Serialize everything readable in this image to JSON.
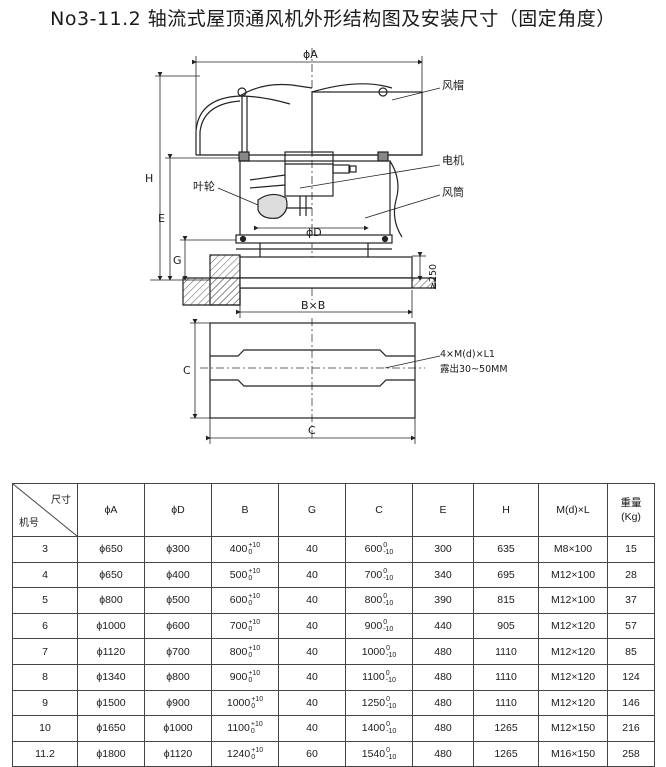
{
  "title": "No3-11.2 轴流式屋顶通风机外形结构图及安装尺寸（固定角度）",
  "drawing": {
    "dim_phiA": "ϕA",
    "dim_H": "H",
    "dim_E": "E",
    "dim_G": "G",
    "dim_phiD": "ϕD",
    "dim_250": "≥250",
    "dim_BxB": "B×B",
    "dim_C_side": "C",
    "dim_C_bottom": "C",
    "label_hood": "风帽",
    "label_motor": "电机",
    "label_duct": "风筒",
    "label_impeller": "叶轮",
    "bolt_spec": "4×M(d)×L1",
    "bolt_exposed": "露出30~50MM"
  },
  "table": {
    "corner_top": "尺寸",
    "corner_bottom": "机号",
    "headers": [
      "ϕA",
      "ϕD",
      "B",
      "G",
      "C",
      "E",
      "H",
      "M(d)×L"
    ],
    "weight_header_1": "重量",
    "weight_header_2": "(Kg)",
    "rows": [
      {
        "no": "3",
        "A": "ϕ650",
        "D": "ϕ300",
        "B": "400",
        "B_up": "+10",
        "B_lo": "0",
        "G": "40",
        "C": "600",
        "C_up": "0",
        "C_lo": "-10",
        "E": "300",
        "H": "635",
        "M": "M8×100",
        "W": "15"
      },
      {
        "no": "4",
        "A": "ϕ650",
        "D": "ϕ400",
        "B": "500",
        "B_up": "+10",
        "B_lo": "0",
        "G": "40",
        "C": "700",
        "C_up": "0",
        "C_lo": "-10",
        "E": "340",
        "H": "695",
        "M": "M12×100",
        "W": "28"
      },
      {
        "no": "5",
        "A": "ϕ800",
        "D": "ϕ500",
        "B": "600",
        "B_up": "+10",
        "B_lo": "0",
        "G": "40",
        "C": "800",
        "C_up": "0",
        "C_lo": "-10",
        "E": "390",
        "H": "815",
        "M": "M12×100",
        "W": "37"
      },
      {
        "no": "6",
        "A": "ϕ1000",
        "D": "ϕ600",
        "B": "700",
        "B_up": "+10",
        "B_lo": "0",
        "G": "40",
        "C": "900",
        "C_up": "0",
        "C_lo": "-10",
        "E": "440",
        "H": "905",
        "M": "M12×120",
        "W": "57"
      },
      {
        "no": "7",
        "A": "ϕ1120",
        "D": "ϕ700",
        "B": "800",
        "B_up": "+10",
        "B_lo": "0",
        "G": "40",
        "C": "1000",
        "C_up": "0",
        "C_lo": "-10",
        "E": "480",
        "H": "1110",
        "M": "M12×120",
        "W": "85"
      },
      {
        "no": "8",
        "A": "ϕ1340",
        "D": "ϕ800",
        "B": "900",
        "B_up": "+10",
        "B_lo": "0",
        "G": "40",
        "C": "1100",
        "C_up": "0",
        "C_lo": "-10",
        "E": "480",
        "H": "1110",
        "M": "M12×120",
        "W": "124"
      },
      {
        "no": "9",
        "A": "ϕ1500",
        "D": "ϕ900",
        "B": "1000",
        "B_up": "+10",
        "B_lo": "0",
        "G": "40",
        "C": "1250",
        "C_up": "0",
        "C_lo": "-10",
        "E": "480",
        "H": "1110",
        "M": "M12×120",
        "W": "146"
      },
      {
        "no": "10",
        "A": "ϕ1650",
        "D": "ϕ1000",
        "B": "1100",
        "B_up": "+10",
        "B_lo": "0",
        "G": "40",
        "C": "1400",
        "C_up": "0",
        "C_lo": "-10",
        "E": "480",
        "H": "1265",
        "M": "M12×150",
        "W": "216"
      },
      {
        "no": "11.2",
        "A": "ϕ1800",
        "D": "ϕ1120",
        "B": "1240",
        "B_up": "+10",
        "B_lo": "0",
        "G": "60",
        "C": "1540",
        "C_up": "0",
        "C_lo": "-10",
        "E": "480",
        "H": "1265",
        "M": "M16×150",
        "W": "258"
      }
    ]
  }
}
